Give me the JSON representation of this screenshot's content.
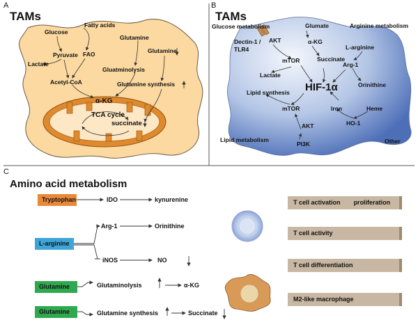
{
  "panels": {
    "a": {
      "letter": "A",
      "title": "TAMs",
      "labels": {
        "fatty_acids": "Fatty acids",
        "glucose": "Glucose",
        "glutamine_top": "Glutamine",
        "pyruvate": "Pyruvate",
        "fao": "FAO",
        "lactate": "Lactate",
        "glutamine_down": "Glutamine",
        "glutaminolysis": "Gluatminolysis",
        "acetyl_coa": "Acetyl-CoA",
        "glutamine_synthesis": "Glutamine synthesis",
        "akg": "α-KG",
        "tca": "TCA cycle",
        "succinate": "succinate"
      }
    },
    "b": {
      "letter": "B",
      "title": "TAMs",
      "labels": {
        "glucose_metabolism": "Glucose metabolism",
        "dectin": "Dectin-1 /",
        "tlr4": "TLR4",
        "akt_top": "AKT",
        "glumate": "Glumate",
        "arginine_metabolism": "Arginine metabolism",
        "akg": "α-KG",
        "l_arginine": "L-arginine",
        "mtor_top": "mTOR",
        "succinate": "Succinate",
        "arg1": "Arg-1",
        "lactate": "Lactate",
        "hif": "HIF-1α",
        "orinithine": "Orinithine",
        "lipid_synthesis": "Lipid synthesis",
        "heme": "Heme",
        "mtor_bottom": "mTOR",
        "iron": "Iron",
        "ho1": "HO-1",
        "lipid_metabolism": "Lipid metabolism",
        "akt_bottom": "AKT",
        "other": "Other",
        "pi3k": "PI3K"
      }
    },
    "c": {
      "letter": "C",
      "title": "Amino acid metabolism",
      "rows": {
        "tryptophan": "Tryptophan",
        "ido": "IDO",
        "kynurenine": "kynurenine",
        "arg1": "Arg-1",
        "orinithine": "Orinithine",
        "l_arginine": "L-arginine",
        "inos": "iNOS",
        "no": "NO",
        "glutamine1": "Glutamine",
        "glutaminolysis": "Glutaminolysis",
        "akg": "α-KG",
        "glutamine2": "Glutamine",
        "glutamine_synthesis": "Glutamine synthesis",
        "succinate": "Succinate"
      },
      "effects": {
        "t_cell_activation": "T  cell   activation",
        "proliferation": "proliferation",
        "t_cell_activity": "T  cell  activity",
        "t_cell_differentiation": "T  cell  differentiation",
        "m2": "M2-like macrophage"
      }
    }
  },
  "colors": {
    "cell_a": "#fbd9a0",
    "mito": "#e08a2e",
    "cell_b": "#8fa9d6",
    "tryptophan_box": "#e8893a",
    "l_arginine_box": "#3fa4d8",
    "glutamine_box": "#2fa84f",
    "effect_box": "#c8b8a3"
  }
}
